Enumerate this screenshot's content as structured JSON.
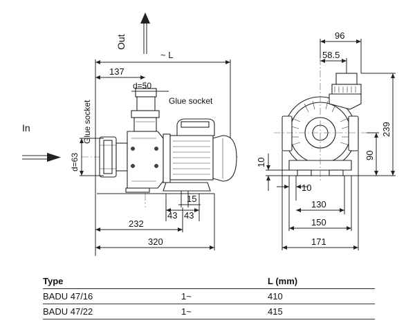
{
  "drawing": {
    "labels": {
      "out": "Out",
      "in": "In",
      "glue_socket_top": "Glue socket",
      "glue_socket_side": "Glue socket",
      "length_marker": "~ L",
      "d_outlet": "d=50",
      "d_inlet": "d=63"
    },
    "dimensions": {
      "dim_137": "137",
      "dim_232": "232",
      "dim_320": "320",
      "dim_43_left": "43",
      "dim_43_right": "43",
      "dim_15": "15",
      "dim_96": "96",
      "dim_58_5": "58.5",
      "dim_239": "239",
      "dim_90": "90",
      "dim_10_vertical": "10",
      "dim_10_horizontal": "10",
      "dim_130": "130",
      "dim_150": "150",
      "dim_171": "171"
    }
  },
  "table": {
    "headers": {
      "type": "Type",
      "phase": "",
      "length": "L (mm)"
    },
    "rows": [
      {
        "model": "BADU 47/16",
        "phase": "1~",
        "length": "410"
      },
      {
        "model": "BADU 47/22",
        "phase": "1~",
        "length": "415"
      }
    ]
  }
}
